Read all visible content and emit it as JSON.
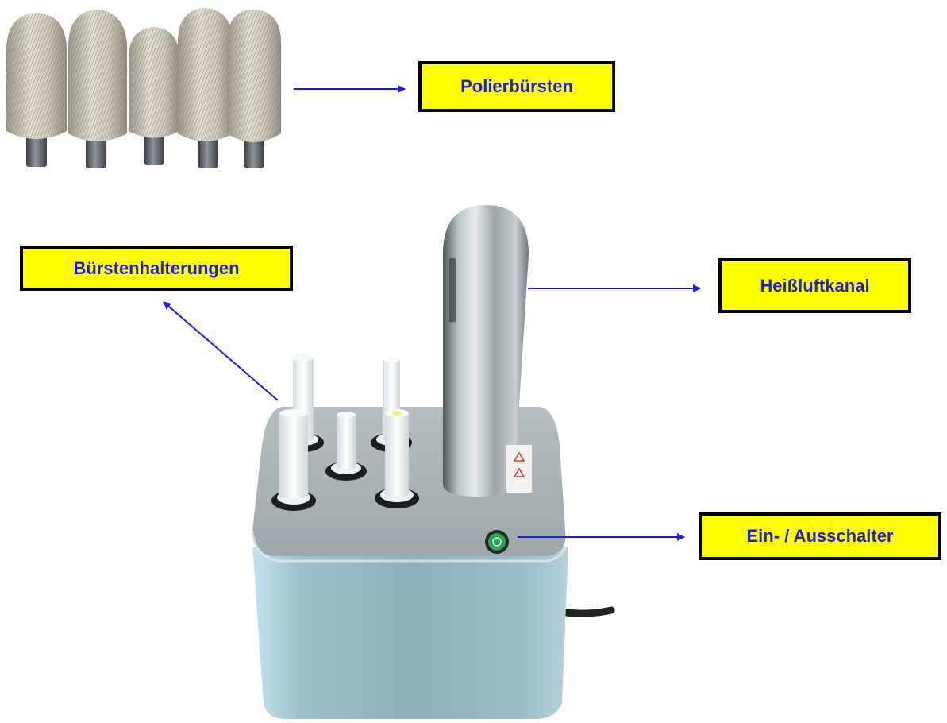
{
  "colors": {
    "label_background": "#ffff00",
    "label_border": "#000000",
    "label_text": "#1f1fcc",
    "arrow": "#1a1aff",
    "steel": "#b9bfc3"
  },
  "labels": {
    "brushes": "Polierbürsten",
    "holders": "Bürstenhalterungen",
    "air_channel": "Heißluftkanal",
    "switch": "Ein- / Ausschalter"
  },
  "icons": {
    "brush_set": "polishing-brushes-icon",
    "machine": "glass-polisher-machine-icon"
  }
}
